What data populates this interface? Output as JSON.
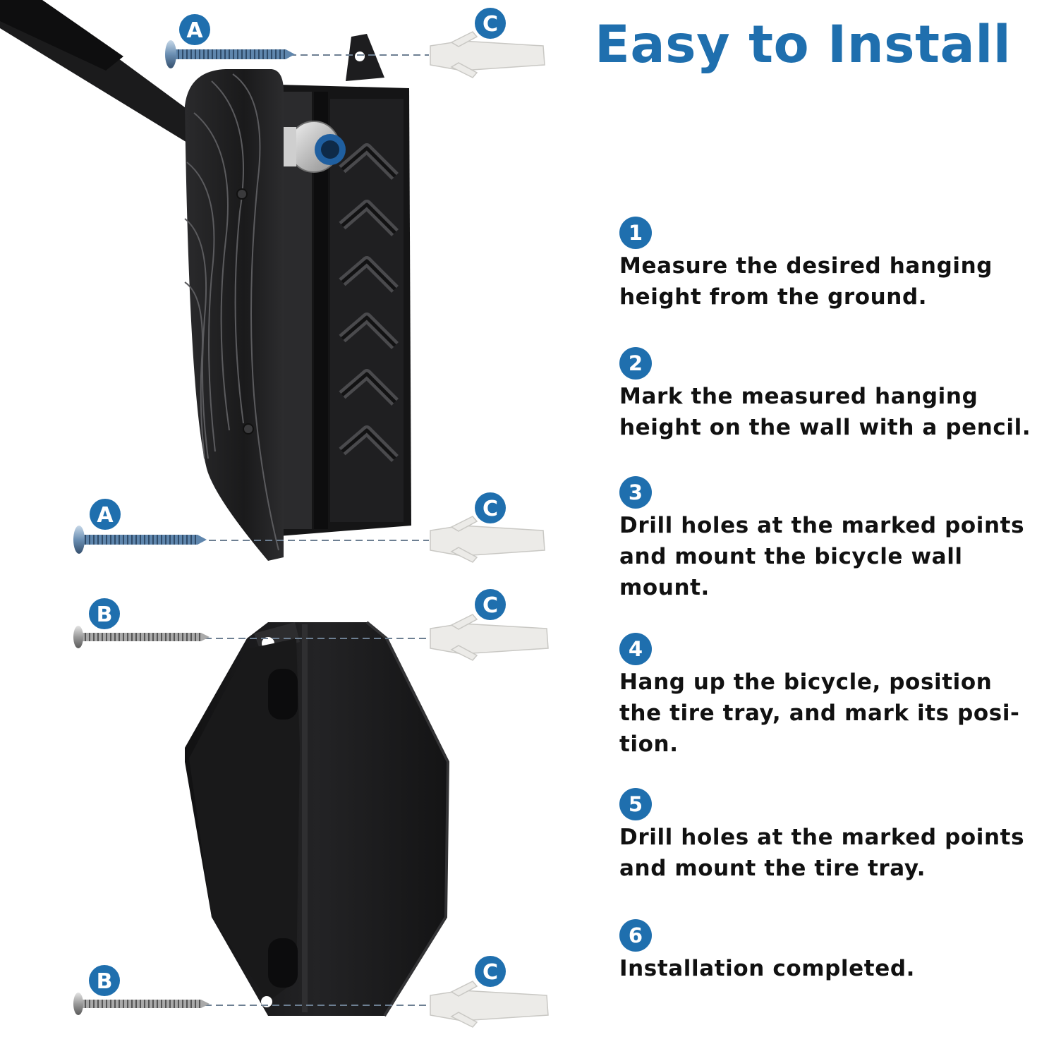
{
  "title": "Easy to Install",
  "colors": {
    "accent": "#1f6fae",
    "text": "#111111",
    "product": "#1b1b1d",
    "anchor": "#ecebe8"
  },
  "callouts": {
    "screw_a": "A",
    "screw_b": "B",
    "anchor_c": "C"
  },
  "steps": [
    {
      "number": "1",
      "text": "Measure the desired hanging height from the ground."
    },
    {
      "number": "2",
      "text": "Mark the measured hanging height on the wall with a pencil."
    },
    {
      "number": "3",
      "text": "Drill holes at the marked points and mount the bicycle wall mount."
    },
    {
      "number": "4",
      "text": "Hang up the bicycle, position the tire tray, and mark its posi-tion."
    },
    {
      "number": "5",
      "text": "Drill holes at the marked points and mount the tire tray."
    },
    {
      "number": "6",
      "text": "Installation completed."
    }
  ]
}
